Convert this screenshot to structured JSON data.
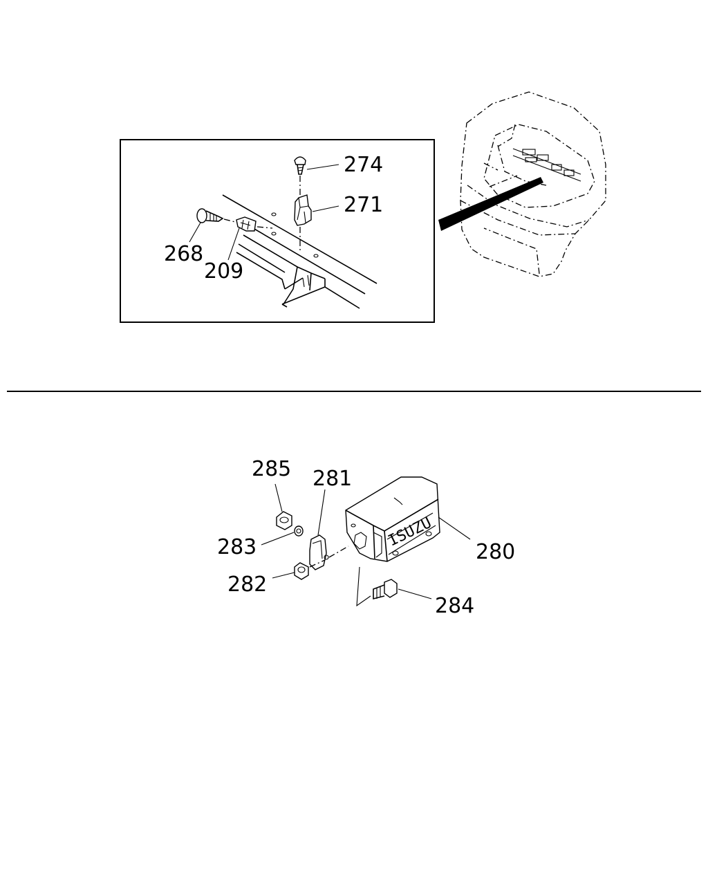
{
  "callouts": {
    "p274": "274",
    "p271": "271",
    "p268": "268",
    "p209": "209",
    "p285": "285",
    "p281": "281",
    "p283": "283",
    "p282": "282",
    "p280": "280",
    "p284": "284"
  },
  "logo_text": "ISUZU"
}
